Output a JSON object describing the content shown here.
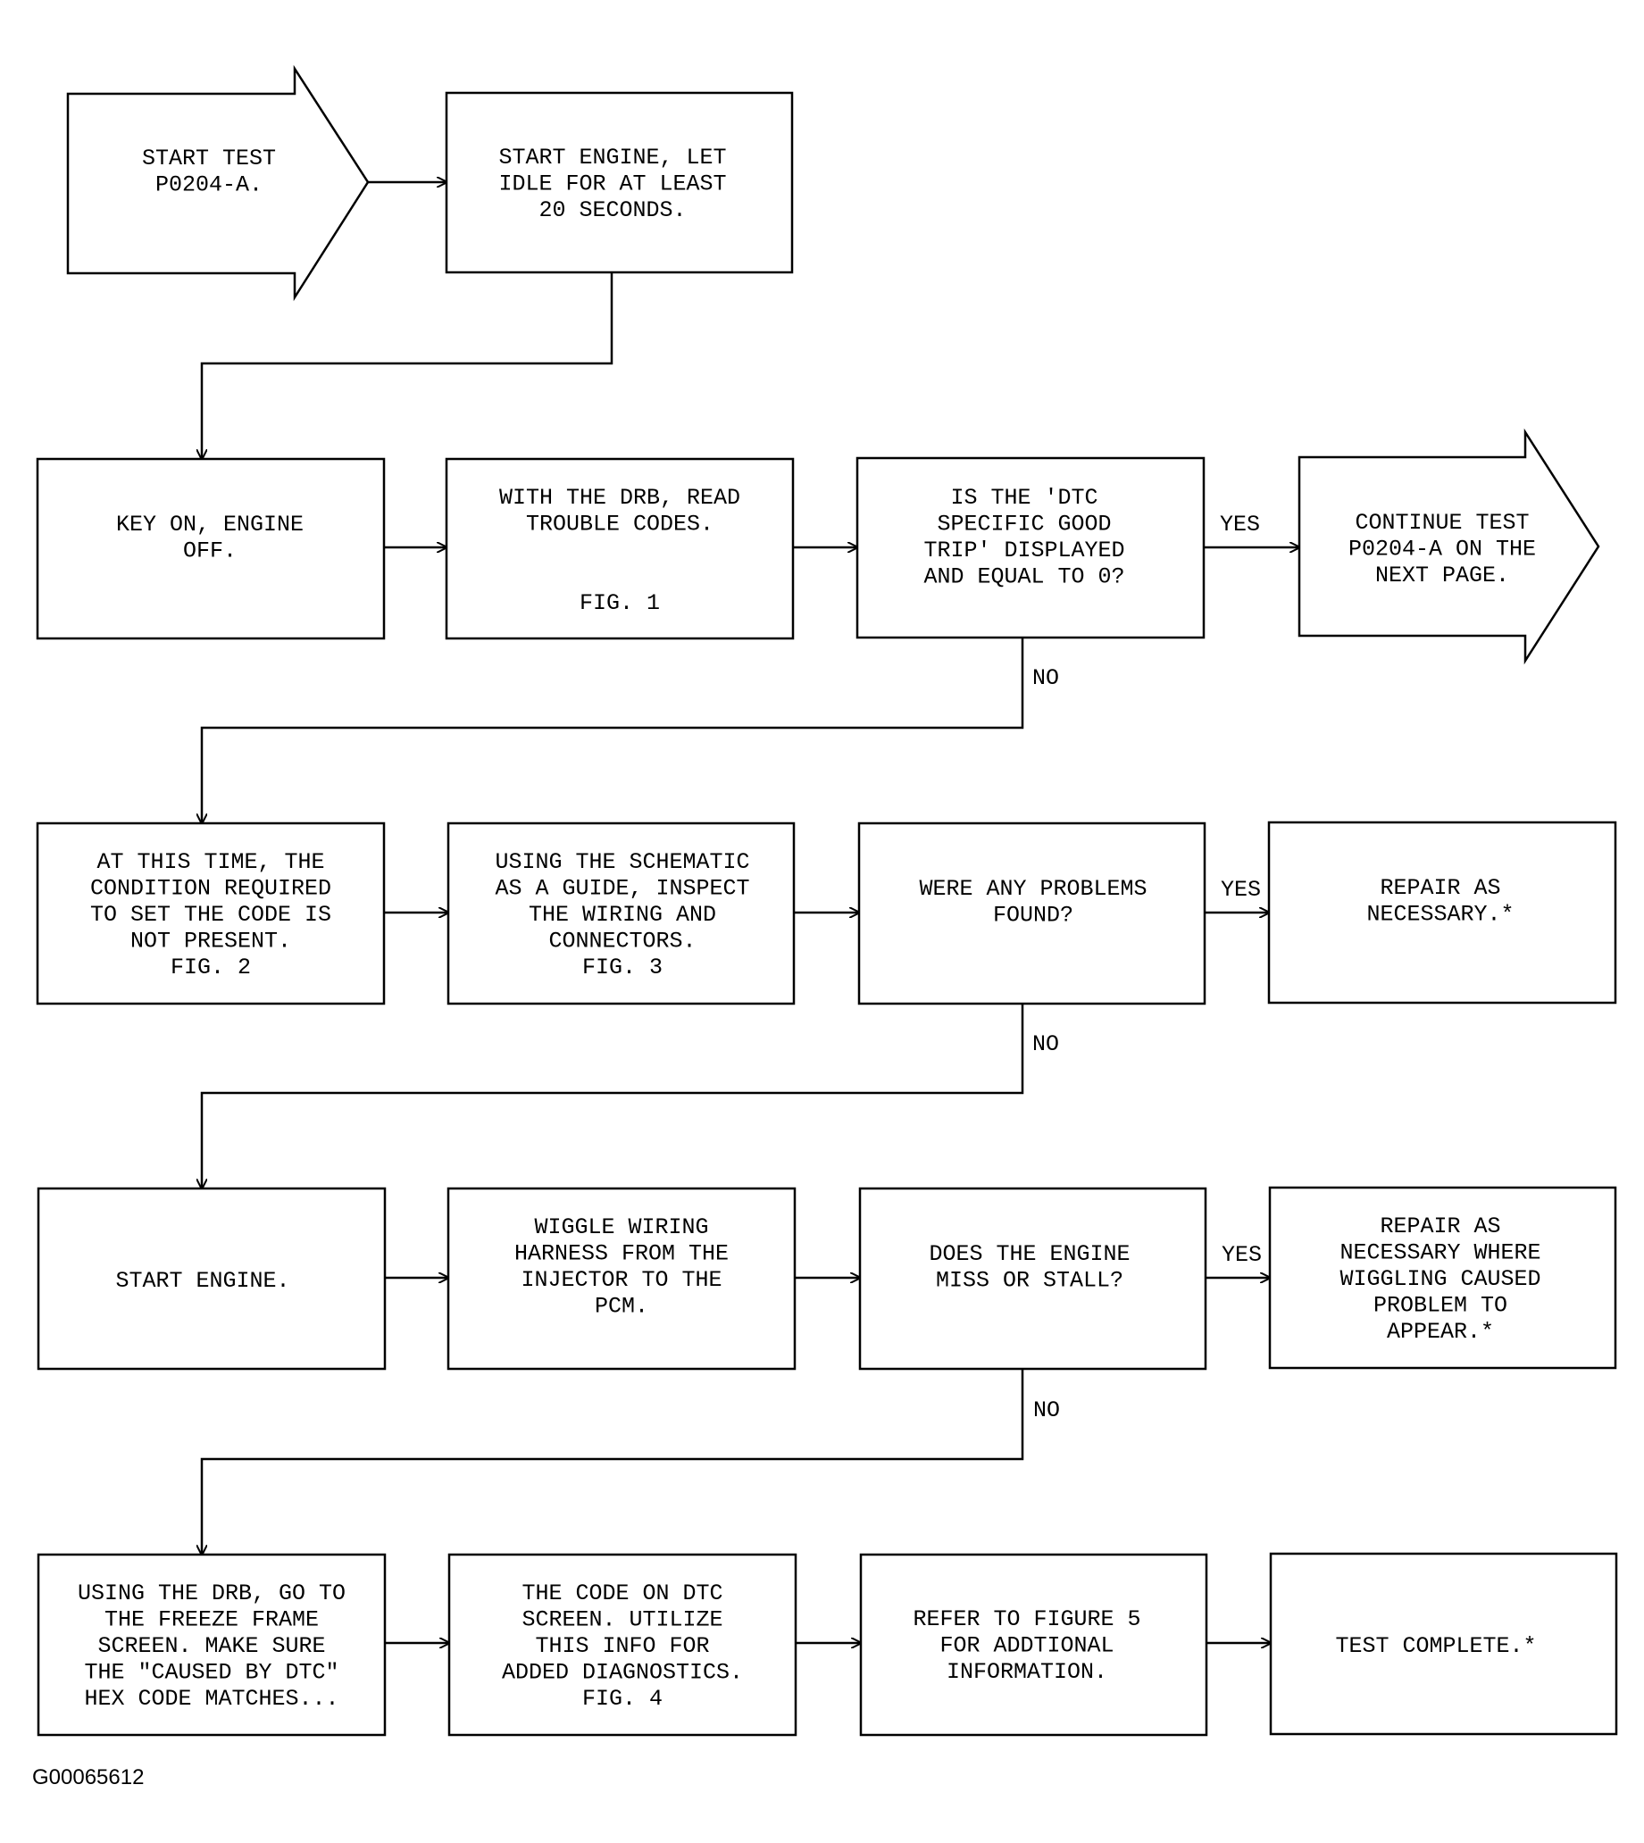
{
  "nodes": {
    "start": [
      "START TEST",
      "P0204-A."
    ],
    "start_engine_idle": [
      "START ENGINE, LET",
      "IDLE FOR AT LEAST",
      "20 SECONDS."
    ],
    "key_on": [
      "KEY ON, ENGINE",
      "OFF."
    ],
    "read_codes": [
      "WITH THE DRB, READ",
      "TROUBLE CODES.",
      "",
      "",
      "FIG. 1"
    ],
    "dtc_question": [
      "IS THE 'DTC",
      "SPECIFIC GOOD",
      "TRIP' DISPLAYED",
      "AND EQUAL TO 0?"
    ],
    "continue": [
      "CONTINUE TEST",
      "P0204-A ON THE",
      "NEXT PAGE."
    ],
    "not_present": [
      "AT THIS TIME, THE",
      "CONDITION REQUIRED",
      "TO SET THE CODE IS",
      "NOT PRESENT.",
      "FIG. 2"
    ],
    "inspect_wiring": [
      "USING THE SCHEMATIC",
      "AS A GUIDE, INSPECT",
      "THE WIRING AND",
      "CONNECTORS.",
      "FIG. 3"
    ],
    "problems_question": [
      "WERE ANY PROBLEMS",
      "FOUND?"
    ],
    "repair": [
      "REPAIR AS",
      "NECESSARY.*"
    ],
    "start_engine": [
      "START ENGINE."
    ],
    "wiggle": [
      "WIGGLE WIRING",
      "HARNESS FROM THE",
      "INJECTOR TO THE",
      "PCM."
    ],
    "miss_question": [
      "DOES THE ENGINE",
      "MISS OR STALL?"
    ],
    "repair_wiggle": [
      "REPAIR AS",
      "NECESSARY WHERE",
      "WIGGLING CAUSED",
      "PROBLEM TO",
      "APPEAR.*"
    ],
    "freeze_frame": [
      "USING THE DRB, GO TO",
      "THE FREEZE FRAME",
      "SCREEN. MAKE SURE",
      "THE \"CAUSED BY DTC\"",
      "HEX CODE MATCHES..."
    ],
    "code_on_dtc": [
      "THE CODE ON DTC",
      "SCREEN. UTILIZE",
      "THIS INFO FOR",
      "ADDED DIAGNOSTICS.",
      "FIG. 4"
    ],
    "refer": [
      "REFER TO FIGURE 5",
      "FOR ADDTIONAL",
      "INFORMATION."
    ],
    "complete": [
      "TEST COMPLETE.*"
    ]
  },
  "labels": {
    "yes": "YES",
    "no": "NO"
  },
  "image_code": "G00065612"
}
